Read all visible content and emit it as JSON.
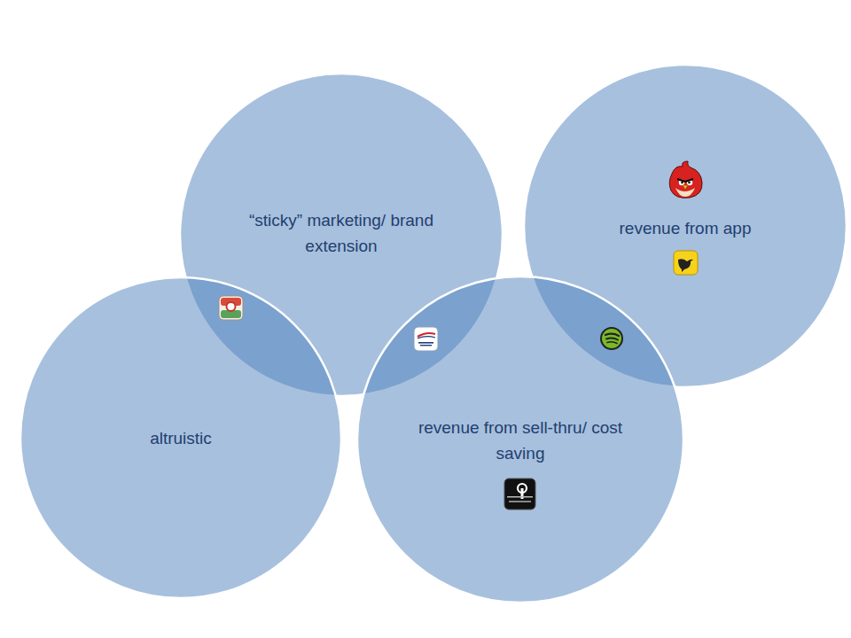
{
  "diagram": {
    "nodes": [
      {
        "text": [
          "“sticky” marketing/ brand extension"
        ]
      },
      {
        "text": [
          "revenue from app"
        ]
      },
      {
        "text": [
          "altruistic"
        ]
      },
      {
        "text": [
          "revenue from sell-thru/ cost saving"
        ]
      }
    ]
  }
}
